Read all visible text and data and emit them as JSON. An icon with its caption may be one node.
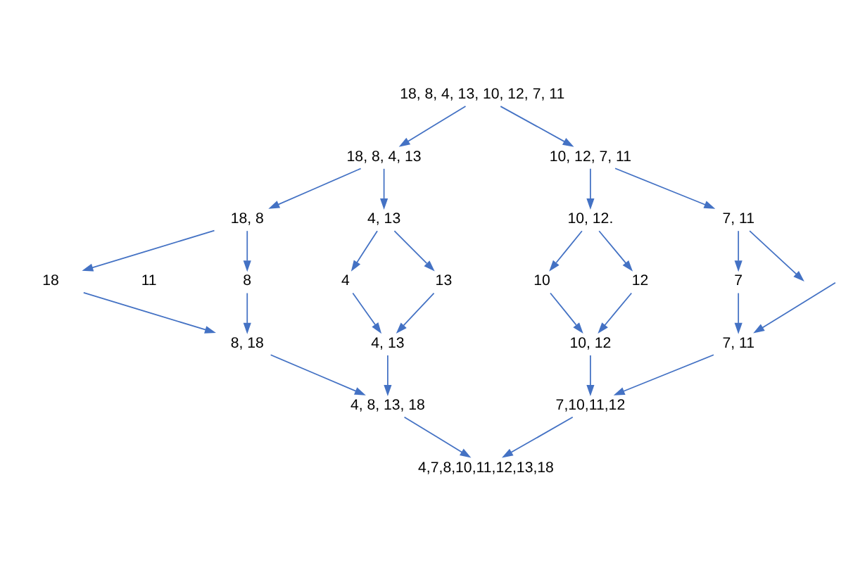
{
  "diagram": {
    "nodes": [
      {
        "text": [
          "18, 8, 4, 13, 10, 12, 7, 11"
        ]
      },
      {
        "text": [
          "18, 8, 4, 13"
        ]
      },
      {
        "text": [
          "10, 12, 7, 11"
        ]
      },
      {
        "text": [
          "18, 8"
        ]
      },
      {
        "text": [
          "4, 13"
        ]
      },
      {
        "text": [
          "10, 12."
        ]
      },
      {
        "text": [
          "7, 11"
        ]
      },
      {
        "text": [
          "18"
        ]
      },
      {
        "text": [
          "8"
        ]
      },
      {
        "text": [
          "4"
        ]
      },
      {
        "text": [
          "13"
        ]
      },
      {
        "text": [
          "10"
        ]
      },
      {
        "text": [
          "12"
        ]
      },
      {
        "text": [
          "7"
        ]
      },
      {
        "text": [
          "8, 18"
        ]
      },
      {
        "text": [
          "4, 13"
        ]
      },
      {
        "text": [
          "10, 12"
        ]
      },
      {
        "text": [
          "7, 11"
        ]
      },
      {
        "text": [
          "4, 8, 13, 18"
        ]
      },
      {
        "text": [
          "7,10,11,12"
        ]
      },
      {
        "text": [
          "4,7,8,10,11,12,13,18"
        ]
      }
    ],
    "edges": [
      {
        "from": 0,
        "to": 1,
        "arrow": "to"
      },
      {
        "from": 0,
        "to": 2,
        "arrow": "to"
      },
      {
        "from": 1,
        "to": 3,
        "arrow": "to"
      },
      {
        "from": 1,
        "to": 4,
        "arrow": "to"
      },
      {
        "from": 2,
        "to": 5,
        "arrow": "to"
      },
      {
        "from": 2,
        "to": 6,
        "arrow": "to"
      },
      {
        "from": 3,
        "to": 7,
        "arrow": "to"
      },
      {
        "from": 3,
        "to": 8,
        "arrow": "to"
      },
      {
        "from": 4,
        "to": 9,
        "arrow": "to"
      },
      {
        "from": 4,
        "to": 10,
        "arrow": "to"
      },
      {
        "from": 5,
        "to": 11,
        "arrow": "to"
      },
      {
        "from": 5,
        "to": 12,
        "arrow": "to"
      },
      {
        "from": 6,
        "to": 13,
        "arrow": "to"
      },
      {
        "from": 6,
        "to": null,
        "arrow": "to"
      },
      {
        "from": 7,
        "to": 14,
        "arrow": "to"
      },
      {
        "from": 8,
        "to": 14,
        "arrow": "to"
      },
      {
        "from": 9,
        "to": 15,
        "arrow": "to"
      },
      {
        "from": 10,
        "to": 15,
        "arrow": "to"
      },
      {
        "from": 11,
        "to": 16,
        "arrow": "to"
      },
      {
        "from": 12,
        "to": 16,
        "arrow": "to"
      },
      {
        "from": 13,
        "to": 17,
        "arrow": "to"
      },
      {
        "from": null,
        "to": 17,
        "arrow": "to"
      },
      {
        "from": 14,
        "to": 18,
        "arrow": "to"
      },
      {
        "from": 15,
        "to": 18,
        "arrow": "to"
      },
      {
        "from": 16,
        "to": 19,
        "arrow": "to"
      },
      {
        "from": 17,
        "to": 19,
        "arrow": "to"
      },
      {
        "from": 18,
        "to": 20,
        "arrow": "to"
      },
      {
        "from": 19,
        "to": 20,
        "arrow": "to"
      }
    ],
    "labels": [
      "11"
    ]
  }
}
